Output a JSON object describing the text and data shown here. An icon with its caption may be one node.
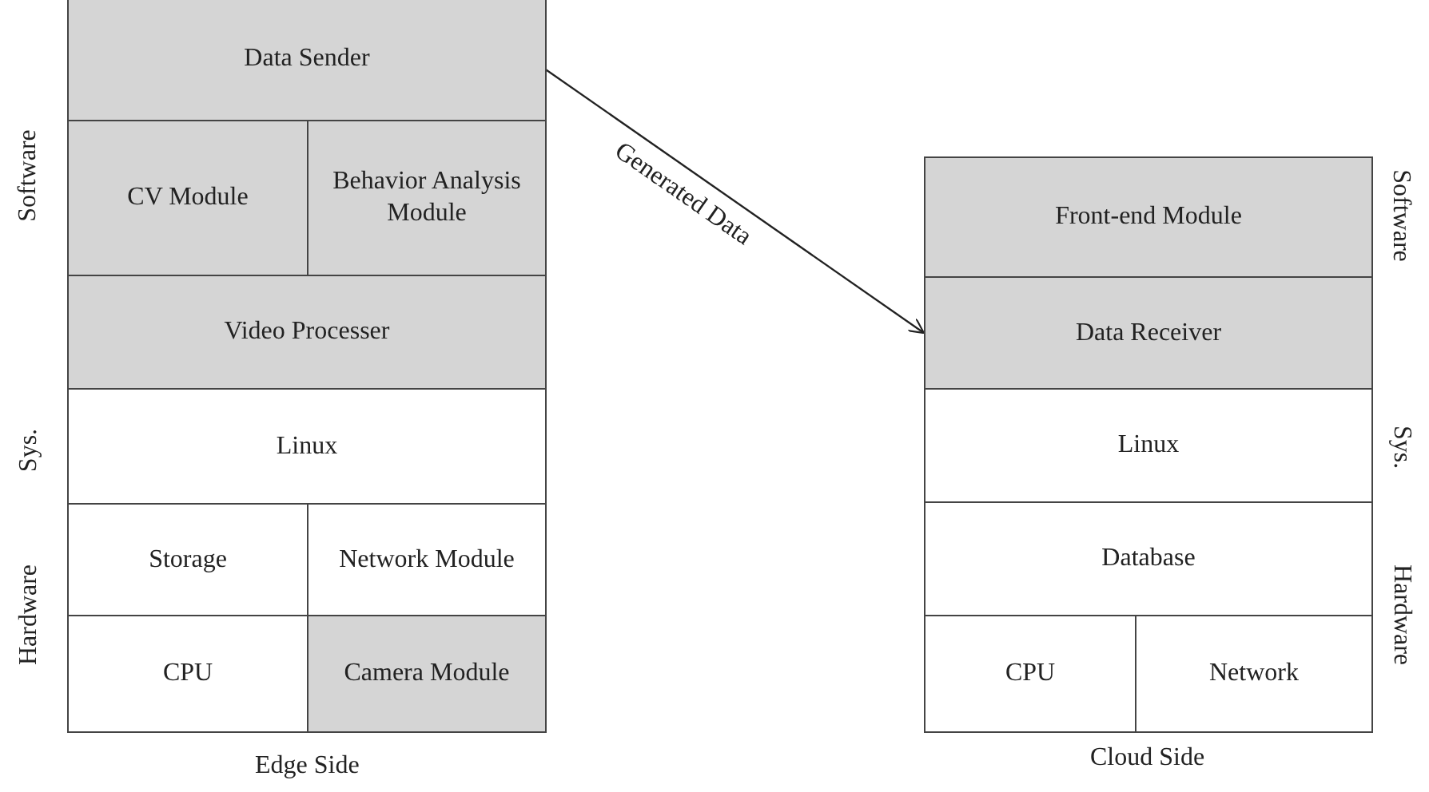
{
  "diagram": {
    "nodes": [
      {
        "text": [
          "Data Sender"
        ]
      },
      {
        "text": [
          "CV Module"
        ]
      },
      {
        "text": [
          "Behavior Analysis Module"
        ]
      },
      {
        "text": [
          "Video Processer"
        ]
      },
      {
        "text": [
          "Linux"
        ]
      },
      {
        "text": [
          "Storage"
        ]
      },
      {
        "text": [
          "Network Module"
        ]
      },
      {
        "text": [
          "CPU"
        ]
      },
      {
        "text": [
          "Camera Module"
        ]
      },
      {
        "text": [
          "Front-end Module"
        ]
      },
      {
        "text": [
          "Data Receiver"
        ]
      },
      {
        "text": [
          "Linux"
        ]
      },
      {
        "text": [
          "Database"
        ]
      },
      {
        "text": [
          "CPU"
        ]
      },
      {
        "text": [
          "Network"
        ]
      }
    ],
    "edges": [
      {
        "from": 0,
        "to": 10,
        "arrow": "to",
        "label": "Generated Data"
      }
    ],
    "labels": [
      "Software",
      "Sys.",
      "Hardware",
      "Edge Side",
      "Software",
      "Sys.",
      "Hardware",
      "Cloud Side"
    ]
  }
}
